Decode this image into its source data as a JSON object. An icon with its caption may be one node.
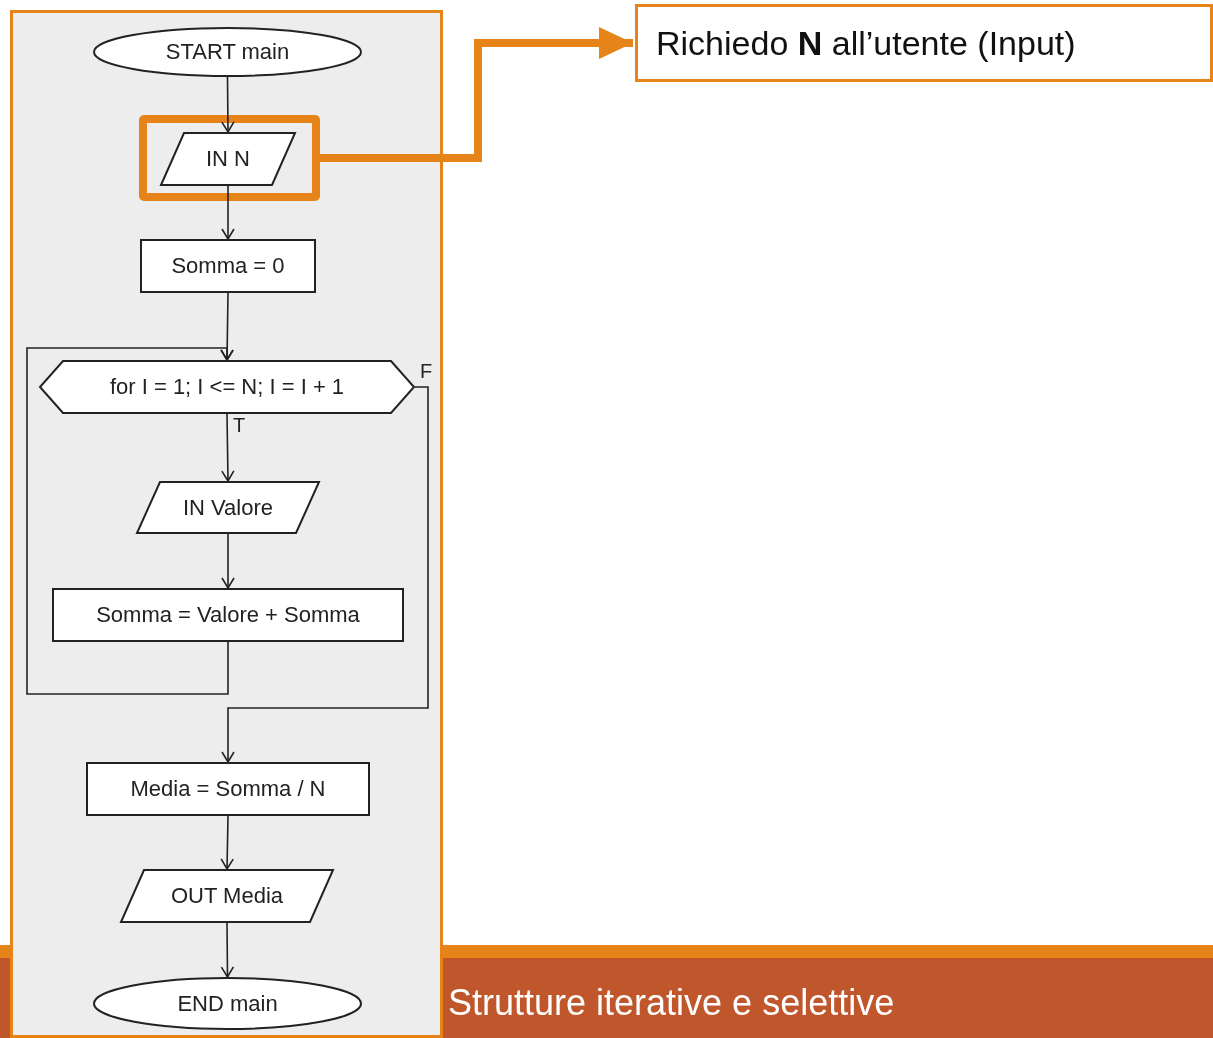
{
  "diagram": {
    "nodes": [
      {
        "text": [],
        "shape": "box"
      },
      {
        "text": [
          "START main"
        ],
        "in": 0
      },
      {
        "text": [],
        "shape": "box",
        "in": 0
      },
      {
        "text": [
          "IN N"
        ],
        "in": 2
      },
      {
        "text": [
          "Somma = 0"
        ],
        "in": 0
      },
      {
        "text": [
          "for I = 1; I <= N; I = I + 1"
        ],
        "in": 0
      },
      {
        "text": [
          "IN Valore"
        ],
        "in": 0
      },
      {
        "text": [
          "Somma = Valore + Somma"
        ],
        "in": 0
      },
      {
        "text": [
          "Media = Somma / N"
        ],
        "in": 0
      },
      {
        "text": [
          "OUT Media"
        ],
        "in": 0
      },
      {
        "text": [
          "END main"
        ],
        "in": 0
      },
      {
        "text": [
          "Richiedo **N** all’utente (Input)"
        ]
      }
    ],
    "edges": [
      {
        "from": 1,
        "to": 3,
        "arrow": "to"
      },
      {
        "from": 3,
        "to": 4,
        "arrow": "to"
      },
      {
        "from": 4,
        "to": 5,
        "arrow": "to"
      },
      {
        "from": 5,
        "to": 6,
        "arrow": "to",
        "label": "T"
      },
      {
        "from": 6,
        "to": 7,
        "arrow": "to"
      },
      {
        "from": 7,
        "to": 5,
        "arrow": "to"
      },
      {
        "from": 5,
        "to": 8,
        "arrow": "to",
        "label": "F"
      },
      {
        "from": 8,
        "to": 9,
        "arrow": "to"
      },
      {
        "from": 9,
        "to": 10,
        "arrow": "to"
      },
      {
        "from": 2,
        "to": 11,
        "arrow": "to",
        "style": "thick",
        "color": "#e6841a"
      }
    ],
    "labels": [
      "Strutture iterative e selettive"
    ]
  }
}
